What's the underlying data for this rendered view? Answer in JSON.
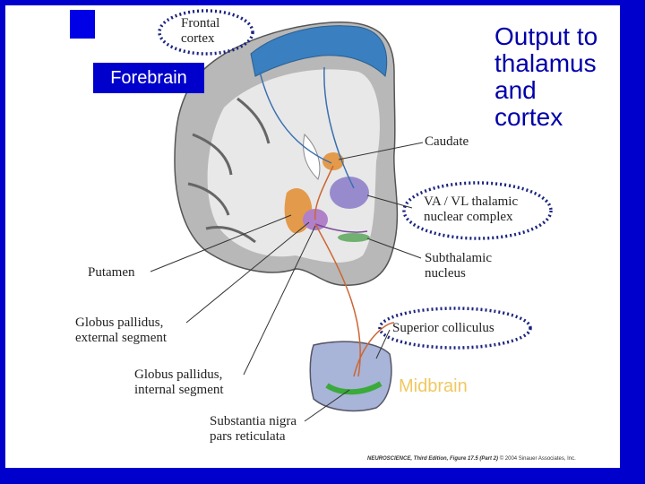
{
  "colors": {
    "background": "#0000cc",
    "panel": "#ffffff",
    "forebrain_box": "#0000cc",
    "output_text": "#0000aa",
    "midbrain_label": "#f0c860",
    "pathway": "#cc6633",
    "callout_dots": "#1a237e"
  },
  "badge": {
    "forebrain": "Forebrain"
  },
  "output_text": {
    "line1": "Output to",
    "line2": "thalamus",
    "line3": "and",
    "line4": "cortex"
  },
  "labels": {
    "frontal_cortex": {
      "line1": "Frontal",
      "line2": "cortex"
    },
    "caudate": "Caudate",
    "va_vl": {
      "line1": "VA / VL thalamic",
      "line2": "nuclear complex"
    },
    "subthalamic": {
      "line1": "Subthalamic",
      "line2": "nucleus"
    },
    "putamen": "Putamen",
    "gp_external": {
      "line1": "Globus pallidus,",
      "line2": "external segment"
    },
    "superior_colliculus": "Superior colliculus",
    "gp_internal": {
      "line1": "Globus pallidus,",
      "line2": "internal segment"
    },
    "substantia_nigra": {
      "line1": "Substantia nigra",
      "line2": "pars reticulata"
    },
    "midbrain": "Midbrain"
  },
  "footer": {
    "source": "NEUROSCIENCE, Third Edition, Figure 17.5 (Part 2)",
    "copyright": "© 2004 Sinauer Associates, Inc."
  }
}
